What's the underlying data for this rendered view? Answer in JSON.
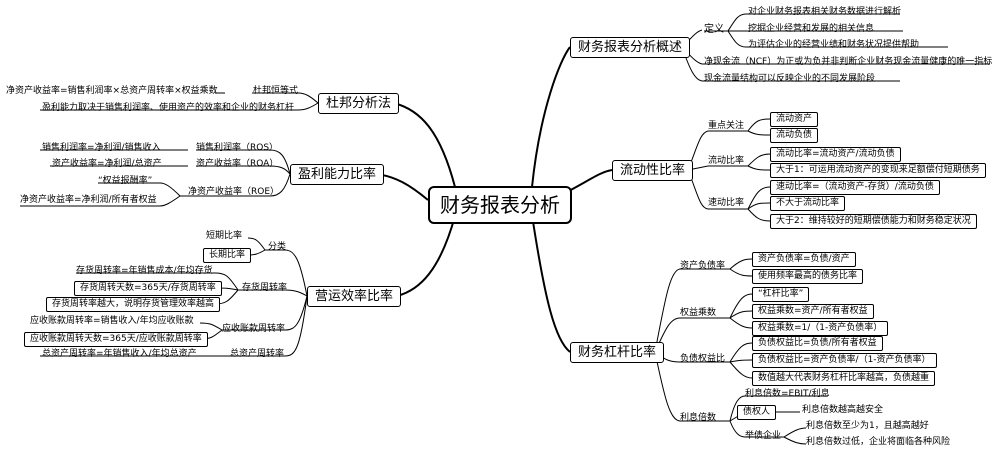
{
  "root": "财务报表分析",
  "overview": {
    "title": "财务报表分析概述",
    "definition_label": "定义",
    "definition_items": [
      "对企业财务报表相关财务数据进行解析",
      "挖掘企业经营和发展的相关信息",
      "为评估企业的经营业绩和财务状况提供帮助"
    ],
    "ncf": "净现金流（NCF）为正或为负并非判断企业财务现金流量健康的唯一指标",
    "cashflow": "现金流量结构可以反映企业的不同发展阶段"
  },
  "liquidity": {
    "title": "流动性比率",
    "focus_label": "重点关注",
    "focus_items": [
      "流动资产",
      "流动负债"
    ],
    "current_label": "流动比率",
    "current_items": [
      "流动比率=流动资产/流动负债",
      "大于1：可运用流动资产的变现来足额偿付短期债务"
    ],
    "quick_label": "速动比率",
    "quick_items": [
      "速动比率=（流动资产-存货）/流动负债",
      "不大于流动比率",
      "大于2：维持较好的短期偿债能力和财务稳定状况"
    ]
  },
  "leverage": {
    "title": "财务杠杆比率",
    "debt_ratio_label": "资产负债率",
    "debt_ratio_items": [
      "资产负债率=负债/资产",
      "使用频率最高的债务比率"
    ],
    "equity_multiplier_label": "权益乘数",
    "equity_multiplier_items": [
      "“杠杆比率”",
      "权益乘数=资产/所有者权益",
      "权益乘数=1/（1-资产负债率）"
    ],
    "debt_equity_label": "负债权益比",
    "debt_equity_items": [
      "负债权益比=负债/所有者权益",
      "负债权益比=资产负债率/（1-资产负债率）",
      "数值越大代表财务杠杆比率越高，负债越重"
    ],
    "interest_label": "利息倍数",
    "interest_formula": "利息倍数=EBIT/利息",
    "creditor_label": "债权人",
    "creditor_item": "利息倍数越高越安全",
    "borrower_label": "举债企业",
    "borrower_items": [
      "利息倍数至少为1，且越高越好",
      "利息倍数过低，企业将面临各种风险"
    ]
  },
  "dupont": {
    "title": "杜邦分析法",
    "identity": "净资产收益率=销售利润率×总资产周转率×权益乘数",
    "identity_label": "杜邦恒等式",
    "note": "盈利能力取决于销售利润率、使用资产的效率和企业的财务杠杆"
  },
  "profitability": {
    "title": "盈利能力比率",
    "ros_formula": "销售利润率=净利润/销售收入",
    "ros_label": "销售利润率（ROS）",
    "roa_formula": "资产收益率=净利润/总资产",
    "roa_label": "资产收益率（ROA）",
    "roe_alias": "“权益报酬率”",
    "roe_formula": "净资产收益率=净利润/所有者权益",
    "roe_label": "净资产收益率（ROE）"
  },
  "efficiency": {
    "title": "营运效率比率",
    "class_label": "分类",
    "class_items": [
      "短期比率",
      "长期比率"
    ],
    "inventory_label": "存货周转率",
    "inventory_items": [
      "存货周转率=年销售成本/年均存货",
      "存货周转天数=365天/存货周转率",
      "存货周转率越大，说明存货管理效率越高"
    ],
    "receivable_label": "应收账款周转率",
    "receivable_items": [
      "应收账款周转率=销售收入/年均应收账款",
      "应收账款周转天数=365天/应收账款周转率"
    ],
    "asset_label": "总资产周转率",
    "asset_formula": "总资产周转率=年销售收入/年均总资产"
  }
}
